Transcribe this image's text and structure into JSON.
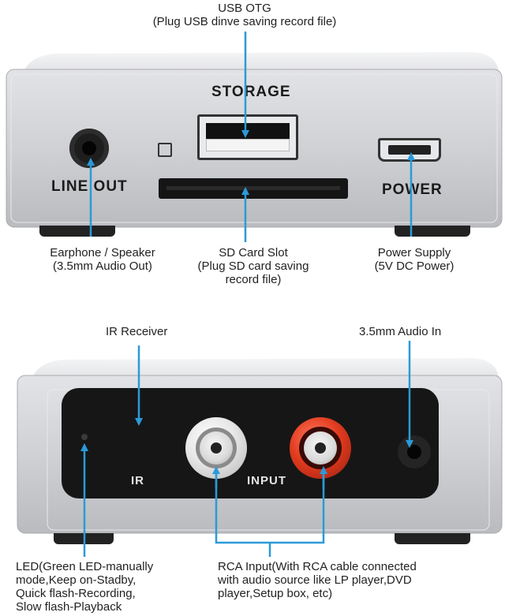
{
  "top_device": {
    "label_storage": "STORAGE",
    "label_line_out": "LINE OUT",
    "label_power": "POWER"
  },
  "bottom_device": {
    "label_ir": "IR",
    "label_input": "INPUT"
  },
  "captions": {
    "usb_otg_title": "USB OTG",
    "usb_otg_desc": "(Plug USB dinve saving record file)",
    "earphone_line1": "Earphone / Speaker",
    "earphone_line2": "(3.5mm Audio Out)",
    "sd_line1": "SD Card Slot",
    "sd_line2": "(Plug SD card saving",
    "sd_line3": "record file)",
    "power_line1": "Power Supply",
    "power_line2": "(5V DC Power)",
    "ir_receiver": "IR Receiver",
    "audio_in": "3.5mm Audio In",
    "led_line1": "LED(Green LED-manually",
    "led_line2": "mode,Keep on-Stadby,",
    "led_line3": "Quick flash-Recording,",
    "led_line4": "Slow flash-Playback",
    "rca_line1": "RCA Input(With RCA cable connected",
    "rca_line2": "with audio source like LP player,DVD",
    "rca_line3": "player,Setup box, etc)"
  },
  "colors": {
    "arrow": "#2b9ad8",
    "body_silver": "#c9cbcf",
    "panel_black": "#161616",
    "rca_red": "#d0301c"
  }
}
